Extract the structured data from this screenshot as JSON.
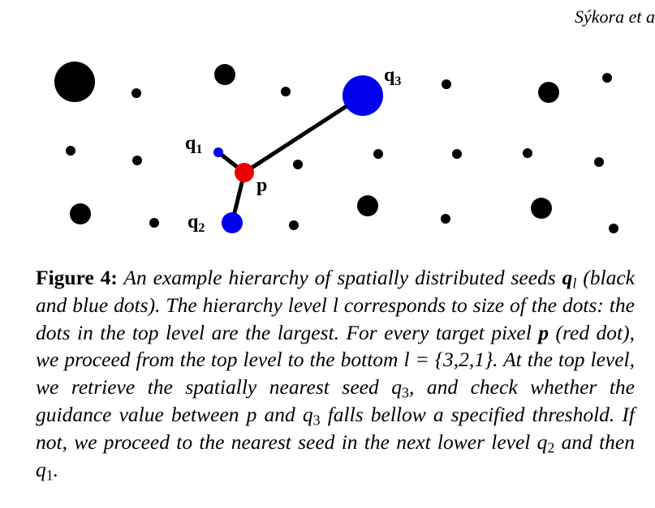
{
  "header": {
    "running_head": "Sýkora et a"
  },
  "figure": {
    "seed_color_black": "#000000",
    "seed_color_blue": "#0000ee",
    "target_color_red": "#ee0000",
    "labels": {
      "q1_base": "q",
      "q1_sub": "1",
      "q2_base": "q",
      "q2_sub": "2",
      "q3_base": "q",
      "q3_sub": "3",
      "p": "p"
    }
  },
  "caption": {
    "figure_label": "Figure 4:",
    "t1": " An example hierarchy of spatially distributed seeds ",
    "q_bold": "q",
    "l_sub": "l",
    "t2": " (black and blue dots). The hierarchy level l corresponds to size of the dots: the dots in the top level are the largest. For every target pixel ",
    "p_bold": "p",
    "t3": " (red dot), we proceed from the top level to the bottom ",
    "level_eq": "l = {3,2,1}",
    "t4": ". At the top level, we retrieve the spatially nearest seed q",
    "sub3a": "3",
    "t5": ", and check whether the guidance value between p and q",
    "sub3b": "3",
    "t6": " falls bellow a specified threshold. If not, we proceed to the nearest seed in the next lower level q",
    "sub2": "2",
    "t7": " and then q",
    "sub1": "1",
    "t8": "."
  }
}
